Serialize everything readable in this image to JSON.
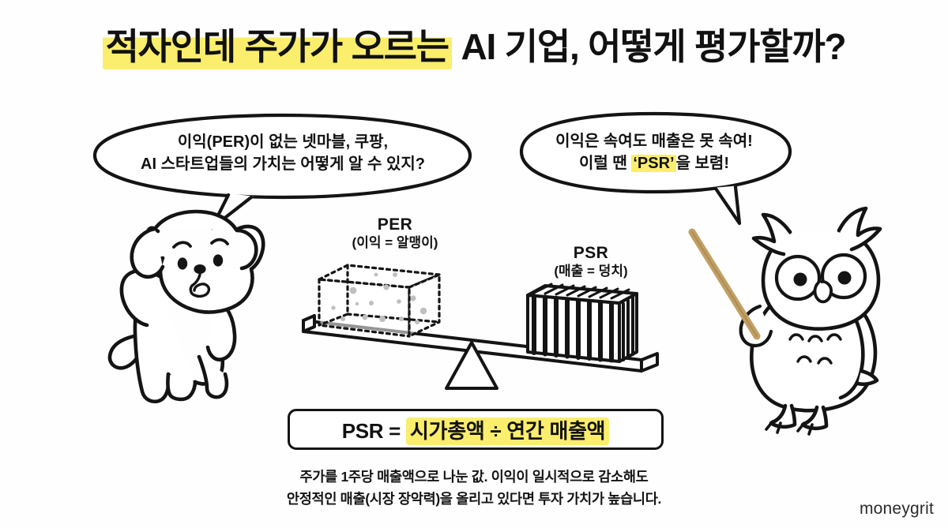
{
  "title": {
    "highlighted": "적자인데 주가가 오르는",
    "rest": " AI 기업, 어떻게 평가할까?"
  },
  "bubbles": {
    "left": {
      "line1": "이익(PER)이 없는 넷마블, 쿠팡,",
      "line2": "AI 스타트업들의 가치는 어떻게 알 수 있지?"
    },
    "right": {
      "line1": "이익은 속여도 매출은 못 속여!",
      "line2_before": "이럴 땐 ",
      "line2_highlight": "‘PSR’",
      "line2_after": "을 보렴!"
    }
  },
  "diagram": {
    "per": {
      "main": "PER",
      "sub": "(이익 = 알맹이)"
    },
    "psr": {
      "main": "PSR",
      "sub": "(매출 = 덩치)"
    }
  },
  "formula": {
    "prefix": "PSR = ",
    "highlighted": "시가총액 ÷ 연간 매출액"
  },
  "caption": {
    "line1": "주가를 1주당 매출액으로 나눈 값. 이익이 일시적으로 감소해도",
    "line2": "안정적인 매출(시장 장악력)을 올리고 있다면 투자 가치가 높습니다."
  },
  "watermark": "moneygrit",
  "colors": {
    "highlight_yellow": "#FBEE6D",
    "ink": "#141414",
    "background": "#FEFEFE",
    "pointer_wood": "#C2A064"
  },
  "icons": {
    "left_character": "dog-confused-icon",
    "right_character": "owl-teacher-icon",
    "balance": "seesaw-balance-icon",
    "light_box": "dotted-empty-box-icon",
    "heavy_box": "solid-striped-box-icon",
    "pointer": "pointer-stick-icon"
  }
}
